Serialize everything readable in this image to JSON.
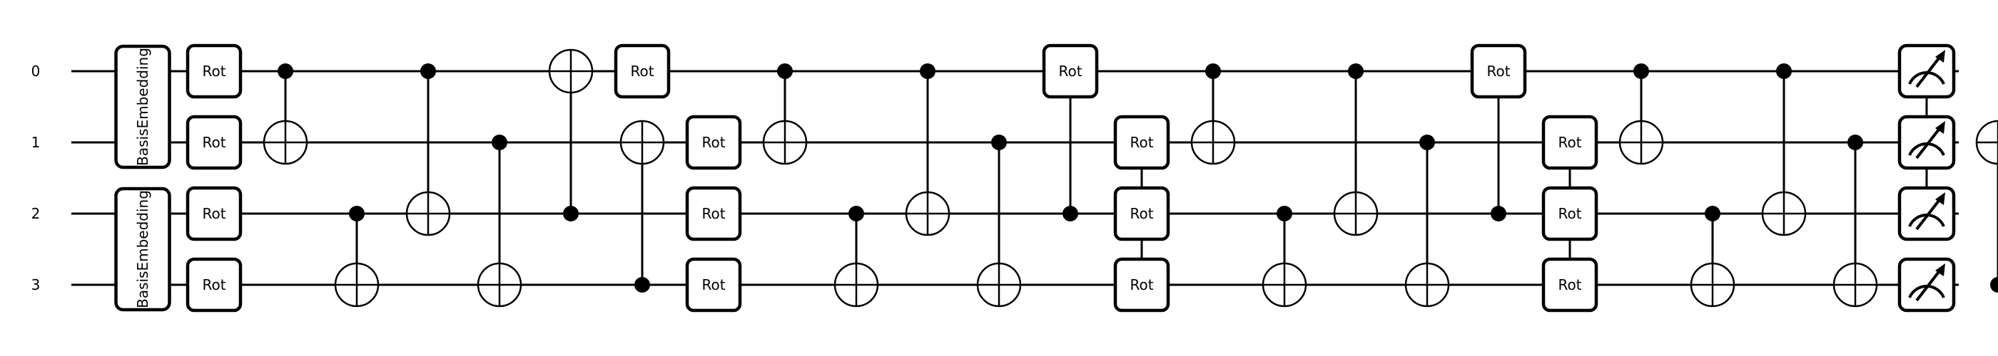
{
  "wires": [
    "0",
    "1",
    "2",
    "3"
  ],
  "embedding_label": "BasisEmbedding",
  "rot_label": "Rot",
  "layer_pattern": [
    [
      0,
      1
    ],
    [
      2,
      3
    ],
    [
      0,
      2
    ],
    [
      1,
      3
    ],
    [
      2,
      0
    ],
    [
      3,
      1
    ]
  ],
  "layers": [
    {
      "rot_wires": [
        0,
        1,
        2,
        3
      ]
    },
    {
      "rot_wires": [
        0,
        1,
        2,
        3
      ]
    },
    {
      "rot_wires": [
        0,
        1,
        2,
        3
      ]
    },
    {
      "rot_wires": [
        0,
        1,
        2,
        3
      ]
    }
  ],
  "measure": {
    "icon": "measurement-meter-icon",
    "wires": [
      0,
      1,
      2,
      3
    ]
  }
}
